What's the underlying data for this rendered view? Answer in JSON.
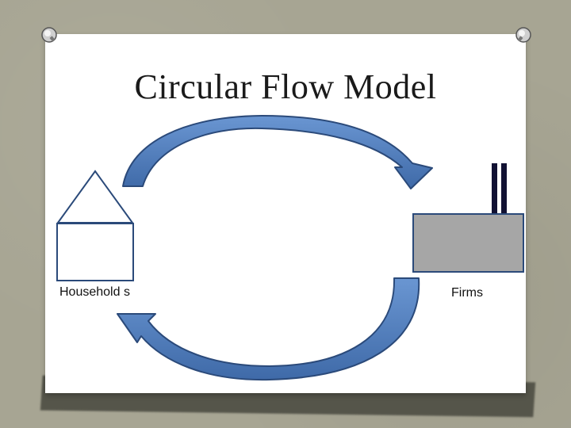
{
  "slide": {
    "title": "Circular Flow Model"
  },
  "households": {
    "label": "Household s"
  },
  "firms": {
    "label": "Firms"
  },
  "colors": {
    "background": "#a7a593",
    "slide": "#ffffff",
    "arrow_fill": "#4a78b8",
    "arrow_stroke": "#2b4a7a",
    "factory_fill": "#a6a6a6",
    "factory_stroke": "#2b4a7a",
    "chimney": "#111133"
  },
  "icons": {
    "house": "house-icon",
    "factory": "factory-icon",
    "top_arrow": "curved-arrow-right-icon",
    "bottom_arrow": "curved-arrow-left-icon",
    "pin": "pushpin-icon"
  }
}
